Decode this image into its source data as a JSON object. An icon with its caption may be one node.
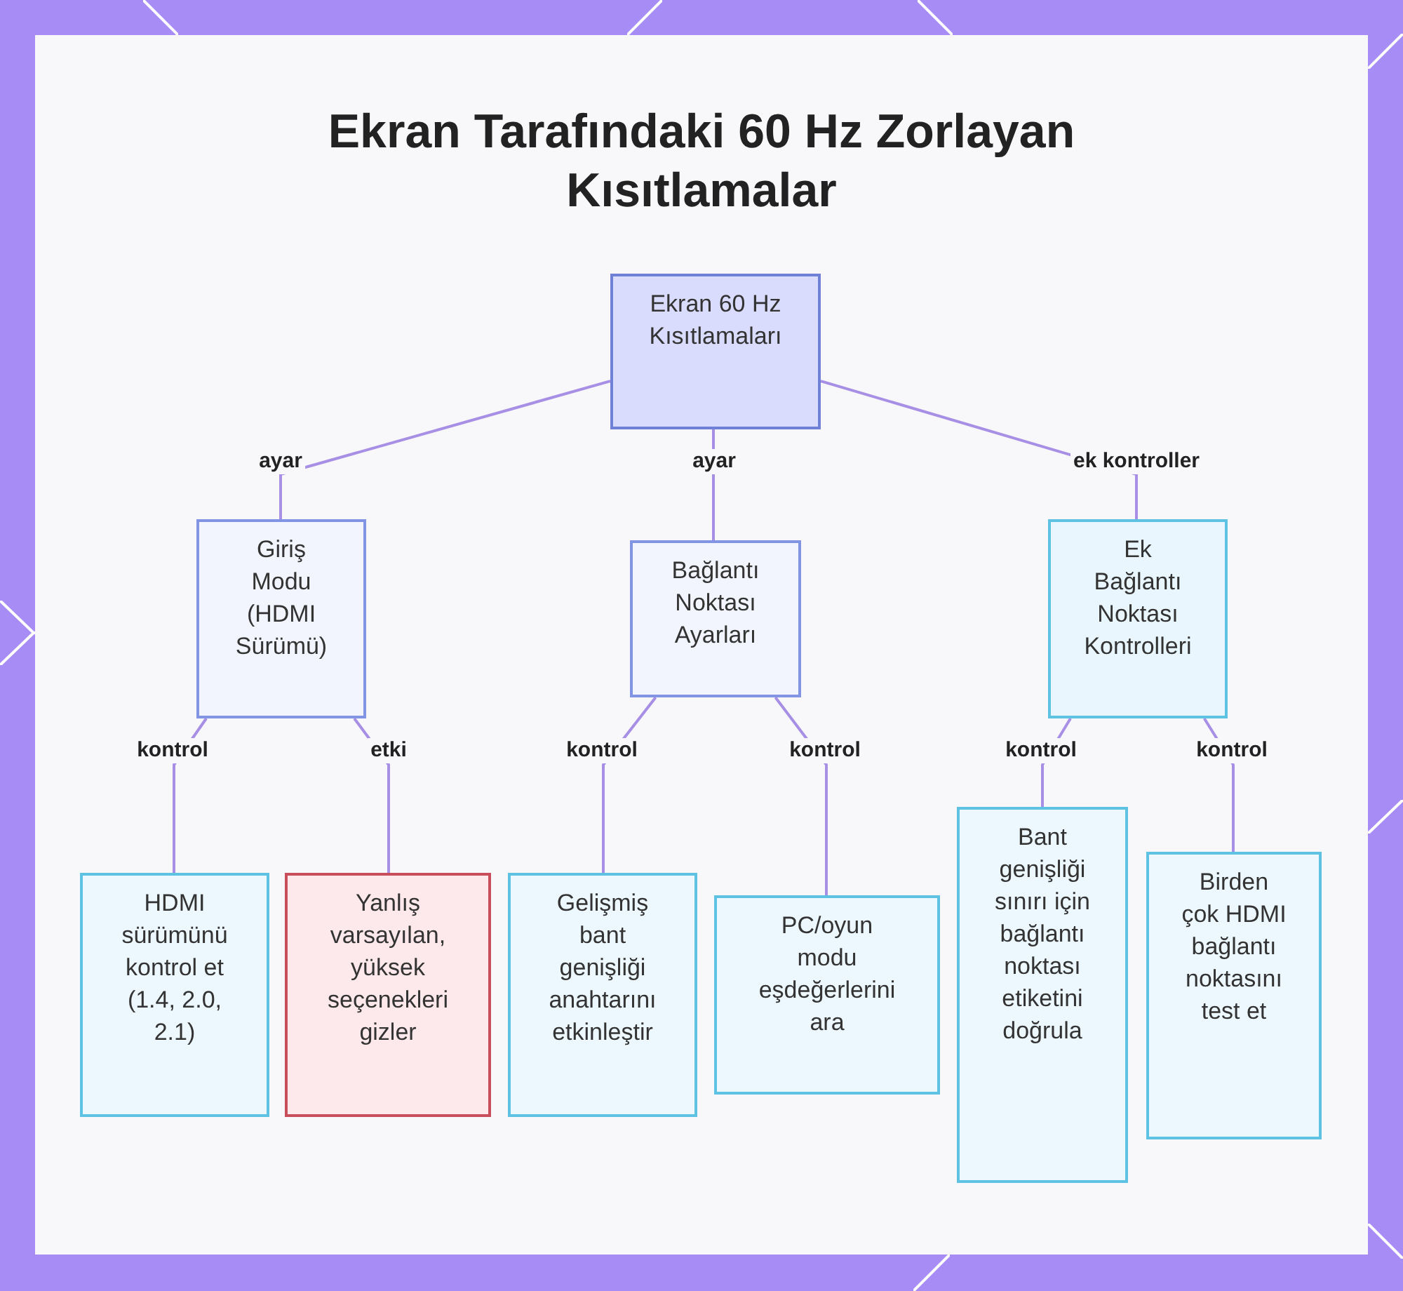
{
  "diagram": {
    "title": "Ekran Tarafındaki 60 Hz Zorlayan Kısıtlamalar",
    "nodes": [
      {
        "text": [
          "Ekran 60 Hz Kısıtlamaları"
        ]
      },
      {
        "text": [
          "Giriş Modu (HDMI Sürümü)"
        ]
      },
      {
        "text": [
          "Bağlantı Noktası Ayarları"
        ]
      },
      {
        "text": [
          "Ek Bağlantı Noktası Kontrolleri"
        ]
      },
      {
        "text": [
          "HDMI sürümünü kontrol et (1.4, 2.0, 2.1)"
        ]
      },
      {
        "text": [
          "Yanlış varsayılan, yüksek seçenekleri gizler"
        ]
      },
      {
        "text": [
          "Gelişmiş bant genişliği anahtarını etkinleştir"
        ]
      },
      {
        "text": [
          "PC/oyun modu eşdeğerlerini ara"
        ]
      },
      {
        "text": [
          "Bant genişliği sınırı için bağlantı noktası etiketini doğrula"
        ]
      },
      {
        "text": [
          "Birden çok HDMI bağlantı noktasını test et"
        ]
      }
    ],
    "edges": [
      {
        "from": 0,
        "to": 1,
        "arrow": "none",
        "label": "ayar"
      },
      {
        "from": 0,
        "to": 2,
        "arrow": "none",
        "label": "ayar"
      },
      {
        "from": 0,
        "to": 3,
        "arrow": "none",
        "label": "ek kontroller"
      },
      {
        "from": 1,
        "to": 4,
        "arrow": "none",
        "label": "kontrol"
      },
      {
        "from": 1,
        "to": 5,
        "arrow": "none",
        "label": "etki"
      },
      {
        "from": 2,
        "to": 6,
        "arrow": "none",
        "label": "kontrol"
      },
      {
        "from": 2,
        "to": 7,
        "arrow": "none",
        "label": "kontrol"
      },
      {
        "from": 3,
        "to": 8,
        "arrow": "none",
        "label": "kontrol"
      },
      {
        "from": 3,
        "to": 9,
        "arrow": "none",
        "label": "kontrol"
      }
    ]
  }
}
